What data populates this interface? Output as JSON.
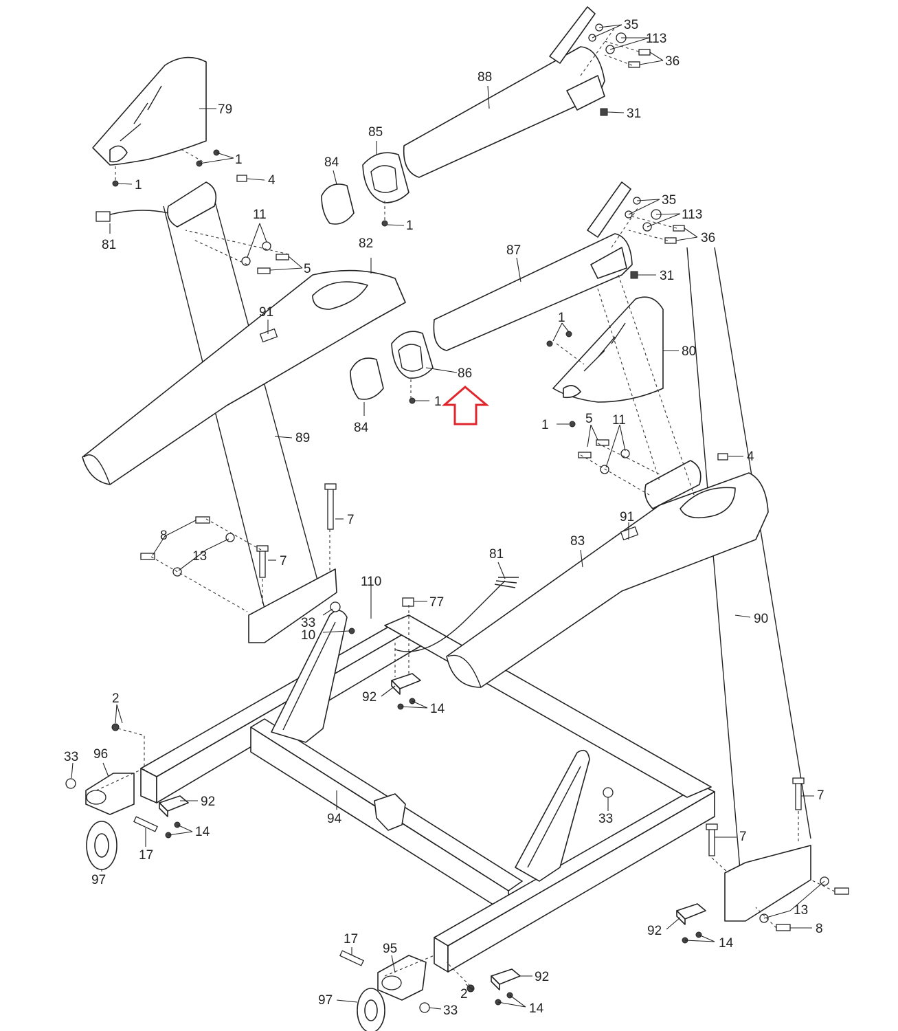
{
  "diagram": {
    "callouts": {
      "c79": "79",
      "c1a": "1",
      "c1b": "1",
      "c4a": "4",
      "c81a": "81",
      "c11a": "11",
      "c5a": "5",
      "c82": "82",
      "c91a": "91",
      "c89": "89",
      "c88": "88",
      "c35a": "35",
      "c113a": "113",
      "c36a": "36",
      "c31a": "31",
      "c85": "85",
      "c84a": "84",
      "c1c": "1",
      "c87": "87",
      "c35b": "35",
      "c113b": "113",
      "c36b": "36",
      "c31b": "31",
      "c86": "86",
      "c84b": "84",
      "c1d": "1",
      "c1e": "1",
      "c80": "80",
      "c1f": "1",
      "c5b": "5",
      "c11b": "11",
      "c4b": "4",
      "c91b": "91",
      "c83": "83",
      "c90": "90",
      "c7a": "7",
      "c8a": "8",
      "c13a": "13",
      "c7b": "7",
      "c81b": "81",
      "c110": "110",
      "c77": "77",
      "c33a": "33",
      "c10": "10",
      "c92a": "92",
      "c14a": "14",
      "c2a": "2",
      "c33b": "33",
      "c96": "96",
      "c92b": "92",
      "c14b": "14",
      "c17a": "17",
      "c97a": "97",
      "c94": "94",
      "c33c": "33",
      "c7c": "7",
      "c7d": "7",
      "c13b": "13",
      "c8b": "8",
      "c92c": "92",
      "c14c": "14",
      "c17b": "17",
      "c95": "95",
      "c92d": "92",
      "c2b": "2",
      "c97b": "97",
      "c33d": "33",
      "c14d": "14"
    },
    "highlight_color": "#e0262c"
  }
}
